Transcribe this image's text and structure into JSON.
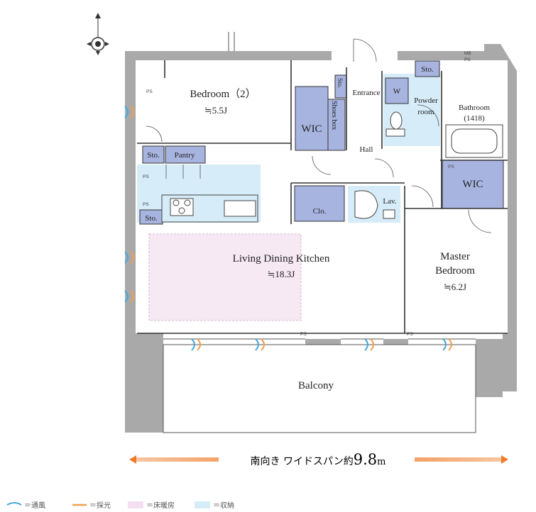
{
  "rooms": {
    "bedroom2": {
      "name": "Bedroom（2）",
      "size": "≒5.5J"
    },
    "wic_left": "WIC",
    "sto_top_left": "Sto.",
    "shoes_box": "Shoes box",
    "entrance": "Entrance",
    "w": "W",
    "sto_top_right": "Sto.",
    "powder_room": [
      "Powder",
      "room"
    ],
    "bathroom": [
      "Bathroom",
      "(1418)"
    ],
    "mb_ps": [
      "MB",
      "PS"
    ],
    "sto_pantry": "Sto.",
    "pantry": "Pantry",
    "hall": "Hall",
    "wic_right": "WIC",
    "clo": "Clo.",
    "lav": "Lav.",
    "sto_ldk": "Sto.",
    "ldk": {
      "name": "Living Dining Kitchen",
      "size": "≒18.3J"
    },
    "master": {
      "name": [
        "Master",
        "Bedroom"
      ],
      "size": "≒6.2J"
    },
    "balcony": "Balcony"
  },
  "ps_label": "PS",
  "span_note": {
    "text": "南向き ワイドスパン約",
    "value": "9.8",
    "unit": "m"
  },
  "legend": [
    {
      "label": "＝通風",
      "color": "#4aa8d8"
    },
    {
      "label": "＝採光",
      "color": "#f0a050"
    },
    {
      "label": "＝床暖房",
      "color": "#f3dff0"
    },
    {
      "label": "＝収納",
      "color": "#d6ecf8"
    }
  ],
  "colors": {
    "wall": "#a9a9a9",
    "wic": "#a8b4e0",
    "storage": "#d6ecf8",
    "floor_heat": "#f7e9f4",
    "arrow": "#f07a2a"
  }
}
